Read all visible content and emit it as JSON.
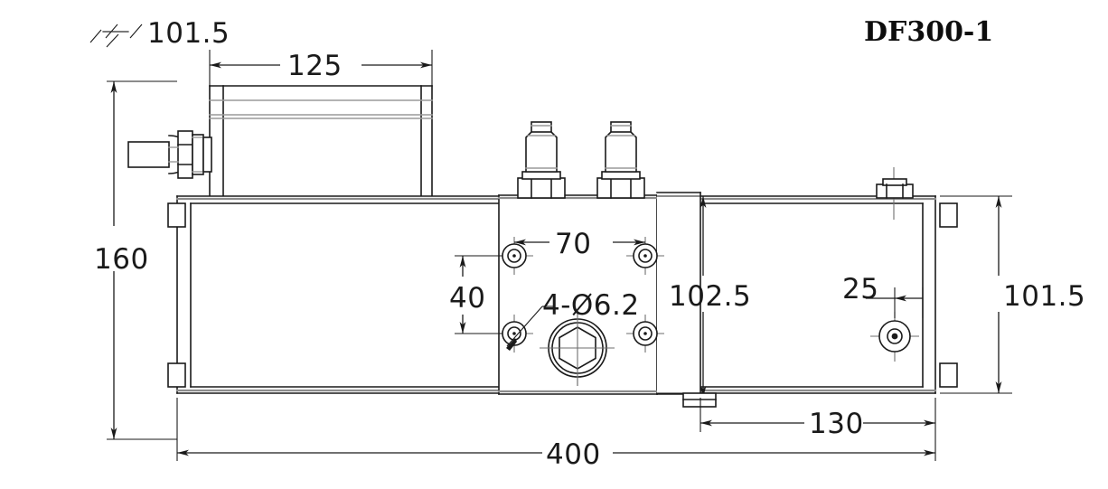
{
  "drawing": {
    "part_tag": "DF300-1",
    "surface_note": "101.5",
    "surface_symbol": "⌓",
    "dimensions": {
      "overall_length": "400",
      "overall_height_left": "160",
      "overall_height_right": "101.5",
      "motor_block_width": "125",
      "block_height": "102.5",
      "hole_pitch_x": "70",
      "hole_pitch_y": "40",
      "hole_callout": "4-Ø6.2",
      "port_offset_right": "25",
      "right_section_length": "130"
    },
    "labels": {
      "l400": "400",
      "l160": "160",
      "l101_5_right": "101.5",
      "l125": "125",
      "l102_5": "102.5",
      "l70": "70",
      "l40": "40",
      "l4xd62": "4-Ø6.2",
      "l25": "25",
      "l130": "130",
      "l101_5_top": "101.5"
    },
    "colors": {
      "line": "#1a1a1a",
      "hidden": "#8c8c8c",
      "center": "#6e6e6e",
      "background": "#ffffff"
    },
    "view_type": "front elevation mechanical drawing",
    "features": [
      {
        "name": "cable-gland",
        "side": "left"
      },
      {
        "name": "motor-housing",
        "side": "top-left"
      },
      {
        "name": "valve-block",
        "side": "center"
      },
      {
        "name": "solenoid-coil-left",
        "side": "top-center"
      },
      {
        "name": "solenoid-coil-right",
        "side": "top-center"
      },
      {
        "name": "hex-port",
        "side": "center-bottom"
      },
      {
        "name": "mounting-hole",
        "count": "4"
      },
      {
        "name": "side-port",
        "side": "right"
      },
      {
        "name": "top-bolt",
        "side": "right"
      },
      {
        "name": "mounting-tab",
        "count": "4"
      }
    ]
  }
}
